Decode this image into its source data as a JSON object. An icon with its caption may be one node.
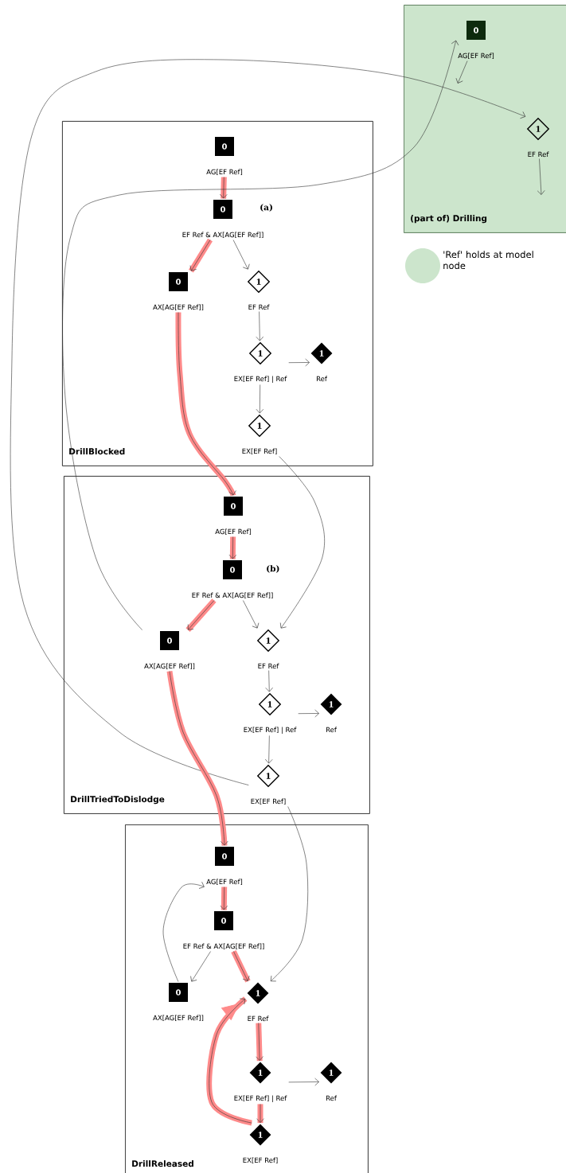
{
  "diagram": {
    "nodes": [
      {
        "text": [
          "DrillBlocked"
        ]
      },
      {
        "text": [
          "0"
        ],
        "beside": [
          "AG[EF Ref]"
        ],
        "in": 0
      },
      {
        "text": [
          "0"
        ],
        "beside": [
          "EF Ref & AX[AG[EF Ref]]"
        ],
        "in": 0
      },
      {
        "text": [
          "0"
        ],
        "beside": [
          "AX[AG[EF Ref]]"
        ],
        "in": 0
      },
      {
        "text": [
          "1"
        ],
        "beside": [
          "EF Ref"
        ],
        "in": 0
      },
      {
        "text": [
          "1"
        ],
        "beside": [
          "EX[EF Ref] | Ref"
        ],
        "in": 0
      },
      {
        "text": [
          "1"
        ],
        "beside": [
          "Ref"
        ],
        "in": 0
      },
      {
        "text": [
          "1"
        ],
        "beside": [
          "EX[EF Ref]"
        ],
        "in": 0
      },
      {
        "text": [
          "DrillTriedToDislodge"
        ]
      },
      {
        "text": [
          "0"
        ],
        "beside": [
          "AG[EF Ref]"
        ],
        "in": 8
      },
      {
        "text": [
          "0"
        ],
        "beside": [
          "EF Ref & AX[AG[EF Ref]]"
        ],
        "in": 8
      },
      {
        "text": [
          "0"
        ],
        "beside": [
          "AX[AG[EF Ref]]"
        ],
        "in": 8
      },
      {
        "text": [
          "1"
        ],
        "beside": [
          "EF Ref"
        ],
        "in": 8
      },
      {
        "text": [
          "1"
        ],
        "beside": [
          "EX[EF Ref] | Ref"
        ],
        "in": 8
      },
      {
        "text": [
          "1"
        ],
        "beside": [
          "Ref"
        ],
        "in": 8
      },
      {
        "text": [
          "1"
        ],
        "beside": [
          "EX[EF Ref]"
        ],
        "in": 8
      },
      {
        "text": [
          "DrillReleased"
        ]
      },
      {
        "text": [
          "0"
        ],
        "beside": [
          "AG[EF Ref]"
        ],
        "in": 16
      },
      {
        "text": [
          "0"
        ],
        "beside": [
          "EF Ref & AX[AG[EF Ref]]"
        ],
        "in": 16
      },
      {
        "text": [
          "0"
        ],
        "beside": [
          "AX[AG[EF Ref]]"
        ],
        "in": 16
      },
      {
        "text": [
          "1"
        ],
        "beside": [
          "EF Ref"
        ],
        "in": 16
      },
      {
        "text": [
          "1"
        ],
        "beside": [
          "EX[EF Ref] | Ref"
        ],
        "in": 16
      },
      {
        "text": [
          "1"
        ],
        "beside": [
          "Ref"
        ],
        "in": 16
      },
      {
        "text": [
          "1"
        ],
        "beside": [
          "EX[EF Ref]"
        ],
        "in": 16
      },
      {
        "text": [
          "(part of) Drilling"
        ]
      },
      {
        "text": [
          "0"
        ],
        "beside": [
          "AG[EF Ref]"
        ],
        "in": 24
      },
      {
        "text": [
          "1"
        ],
        "beside": [
          "EF Ref"
        ],
        "in": 24
      }
    ],
    "edges": [
      {
        "from": 1,
        "to": 2,
        "arrow": "to",
        "style": "thick",
        "color": "#ff8a8a"
      },
      {
        "from": 2,
        "to": 3,
        "arrow": "to",
        "style": "thick",
        "color": "#ff8a8a"
      },
      {
        "from": 2,
        "to": 4,
        "arrow": "to"
      },
      {
        "from": 4,
        "to": 5,
        "arrow": "to"
      },
      {
        "from": 5,
        "to": 6,
        "arrow": "to"
      },
      {
        "from": 5,
        "to": 7,
        "arrow": "to"
      },
      {
        "from": 3,
        "to": 9,
        "arrow": "to",
        "style": "thick",
        "color": "#ff8a8a"
      },
      {
        "from": 7,
        "to": 12,
        "arrow": "to"
      },
      {
        "from": 9,
        "to": 10,
        "arrow": "to",
        "style": "thick",
        "color": "#ff8a8a"
      },
      {
        "from": 10,
        "to": 11,
        "arrow": "to",
        "style": "thick",
        "color": "#ff8a8a"
      },
      {
        "from": 10,
        "to": 12,
        "arrow": "to"
      },
      {
        "from": 12,
        "to": 13,
        "arrow": "to"
      },
      {
        "from": 13,
        "to": 14,
        "arrow": "to"
      },
      {
        "from": 13,
        "to": 15,
        "arrow": "to"
      },
      {
        "from": 11,
        "to": 25,
        "arrow": "to"
      },
      {
        "from": 15,
        "to": 26,
        "arrow": "to"
      },
      {
        "from": 11,
        "to": 17,
        "arrow": "to",
        "style": "thick",
        "color": "#ff8a8a"
      },
      {
        "from": 15,
        "to": 20,
        "arrow": "to"
      },
      {
        "from": 17,
        "to": 18,
        "arrow": "to",
        "style": "thick",
        "color": "#ff8a8a"
      },
      {
        "from": 18,
        "to": 19,
        "arrow": "to"
      },
      {
        "from": 18,
        "to": 20,
        "arrow": "to",
        "style": "thick",
        "color": "#ff8a8a"
      },
      {
        "from": 19,
        "to": 17,
        "arrow": "to"
      },
      {
        "from": 20,
        "to": 21,
        "arrow": "to",
        "style": "thick",
        "color": "#ff8a8a"
      },
      {
        "from": 21,
        "to": 22,
        "arrow": "to"
      },
      {
        "from": 21,
        "to": 23,
        "arrow": "to",
        "style": "thick",
        "color": "#ff8a8a"
      },
      {
        "from": 23,
        "to": 20,
        "arrow": "to",
        "style": "thick",
        "color": "#ff8a8a"
      },
      {
        "from": 25,
        "to": null,
        "arrow": "to"
      },
      {
        "from": 26,
        "to": null,
        "arrow": "to"
      }
    ],
    "labels": [
      "(a)",
      "(b)"
    ],
    "legend": [
      {
        "text": "'Ref' holds at model node",
        "color": "#cce5cc"
      }
    ]
  }
}
